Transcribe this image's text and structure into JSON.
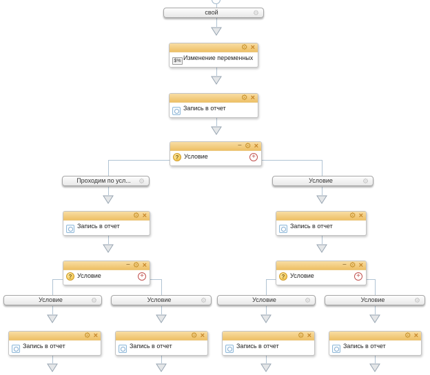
{
  "app": {
    "view": "scenario-flow-editor-canvas"
  },
  "colors": {
    "node_header_orange_top": "#f8dda4",
    "node_header_orange_bottom": "#eec066",
    "node_border": "#c3c3c3",
    "connector_line": "#b0c3d3",
    "arrow_fill": "#e4e6e8",
    "header_icon_brown": "#c7922b",
    "add_branch_red": "#c0504d",
    "report_icon_blue": "#8fb8d8",
    "condition_icon_yellow": "#f0bb35",
    "pill_gear_gray": "#c3c3c3"
  },
  "icons": {
    "gear": "⚙",
    "close": "×",
    "minimize": "–",
    "plus": "+",
    "question": "?",
    "variables_box": "$%"
  },
  "nodes": [
    {
      "id": "start",
      "kind": "connector-pill",
      "label": "свой"
    },
    {
      "id": "change-variables",
      "kind": "action",
      "label": "Изменение переменных"
    },
    {
      "id": "write-report-1",
      "kind": "action",
      "label": "Запись в отчет"
    },
    {
      "id": "condition-main",
      "kind": "condition",
      "label": "Условие"
    },
    {
      "id": "branch-left",
      "kind": "connector-pill",
      "label": "Проходим по усл..."
    },
    {
      "id": "branch-right",
      "kind": "connector-pill",
      "label": "Условие"
    },
    {
      "id": "write-report-left",
      "kind": "action",
      "label": "Запись в отчет"
    },
    {
      "id": "condition-left",
      "kind": "condition",
      "label": "Условие"
    },
    {
      "id": "write-report-right",
      "kind": "action",
      "label": "Запись в отчет"
    },
    {
      "id": "condition-right",
      "kind": "condition",
      "label": "Условие"
    },
    {
      "id": "branch-1",
      "kind": "connector-pill",
      "label": "Условие"
    },
    {
      "id": "branch-2",
      "kind": "connector-pill",
      "label": "Условие"
    },
    {
      "id": "branch-3",
      "kind": "connector-pill",
      "label": "Условие"
    },
    {
      "id": "branch-4",
      "kind": "connector-pill",
      "label": "Условие"
    },
    {
      "id": "write-report-b1",
      "kind": "action",
      "label": "Запись в отчет"
    },
    {
      "id": "write-report-b2",
      "kind": "action",
      "label": "Запись в отчет"
    },
    {
      "id": "write-report-b3",
      "kind": "action",
      "label": "Запись в отчет"
    },
    {
      "id": "write-report-b4",
      "kind": "action",
      "label": "Запись в отчет"
    }
  ]
}
